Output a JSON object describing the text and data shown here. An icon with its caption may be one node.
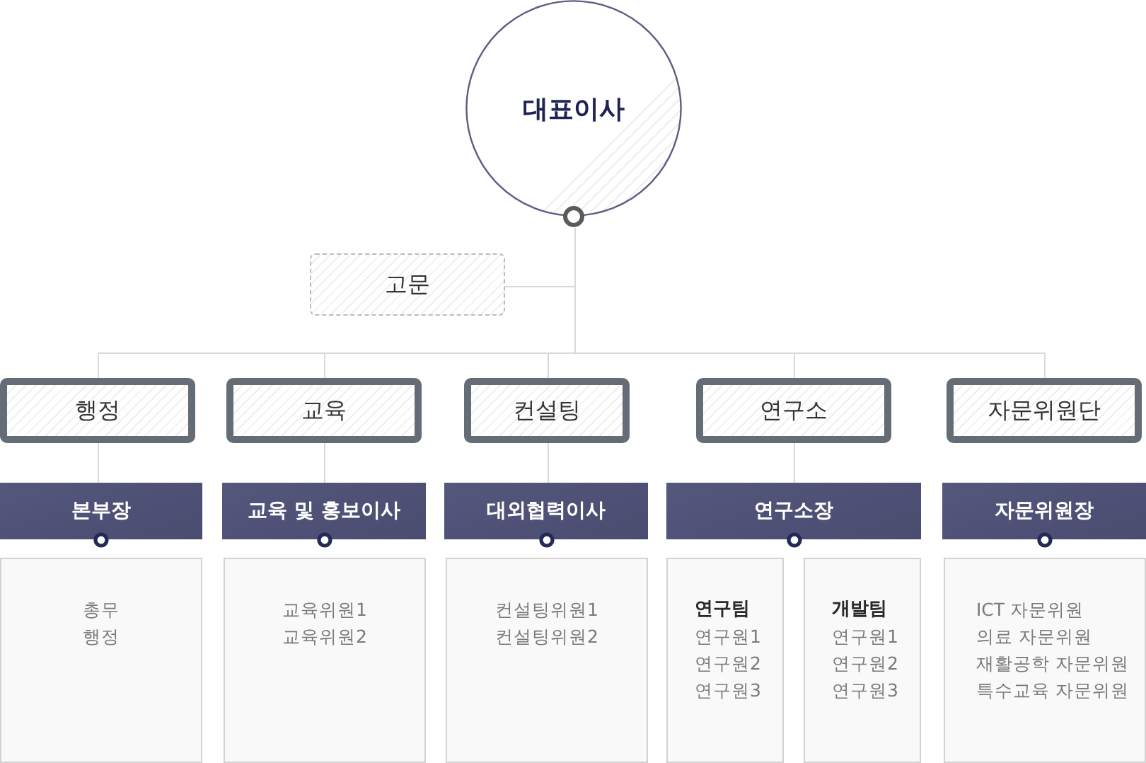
{
  "diagram": {
    "nodes": [
      {
        "text": [
          "대표이사"
        ]
      },
      {
        "text": [
          "고문"
        ]
      },
      {
        "text": [
          "행정"
        ]
      },
      {
        "text": [
          "교육"
        ]
      },
      {
        "text": [
          "컨설팅"
        ]
      },
      {
        "text": [
          "연구소"
        ]
      },
      {
        "text": [
          "자문위원단"
        ]
      },
      {
        "text": [
          "본부장"
        ]
      },
      {
        "text": [
          "교육 및 홍보이사"
        ]
      },
      {
        "text": [
          "대외협력이사"
        ]
      },
      {
        "text": [
          "연구소장"
        ]
      },
      {
        "text": [
          "자문위원장"
        ]
      },
      {
        "text": [
          "총무",
          "행정"
        ]
      },
      {
        "text": [
          "교육위원1",
          "교육위원2"
        ]
      },
      {
        "text": [
          "컨설팅위원1",
          "컨설팅위원2"
        ]
      },
      {
        "text": [
          "연구팀",
          "연구원1",
          "연구원2",
          "연구원3"
        ]
      },
      {
        "text": [
          "개발팀",
          "연구원1",
          "연구원2",
          "연구원3"
        ]
      },
      {
        "text": [
          "ICT 자문위원",
          "의료 자문위원",
          "재활공학 자문위원",
          "특수교육 자문위원"
        ]
      }
    ],
    "edges": [
      {
        "from": 0,
        "to": 1,
        "arrow": "none"
      },
      {
        "from": 0,
        "to": 2,
        "arrow": "none"
      },
      {
        "from": 0,
        "to": 3,
        "arrow": "none"
      },
      {
        "from": 0,
        "to": 4,
        "arrow": "none"
      },
      {
        "from": 0,
        "to": 5,
        "arrow": "none"
      },
      {
        "from": 0,
        "to": 6,
        "arrow": "none"
      },
      {
        "from": 2,
        "to": 7,
        "arrow": "none"
      },
      {
        "from": 3,
        "to": 8,
        "arrow": "none"
      },
      {
        "from": 4,
        "to": 9,
        "arrow": "none"
      },
      {
        "from": 5,
        "to": 10,
        "arrow": "none"
      }
    ]
  }
}
